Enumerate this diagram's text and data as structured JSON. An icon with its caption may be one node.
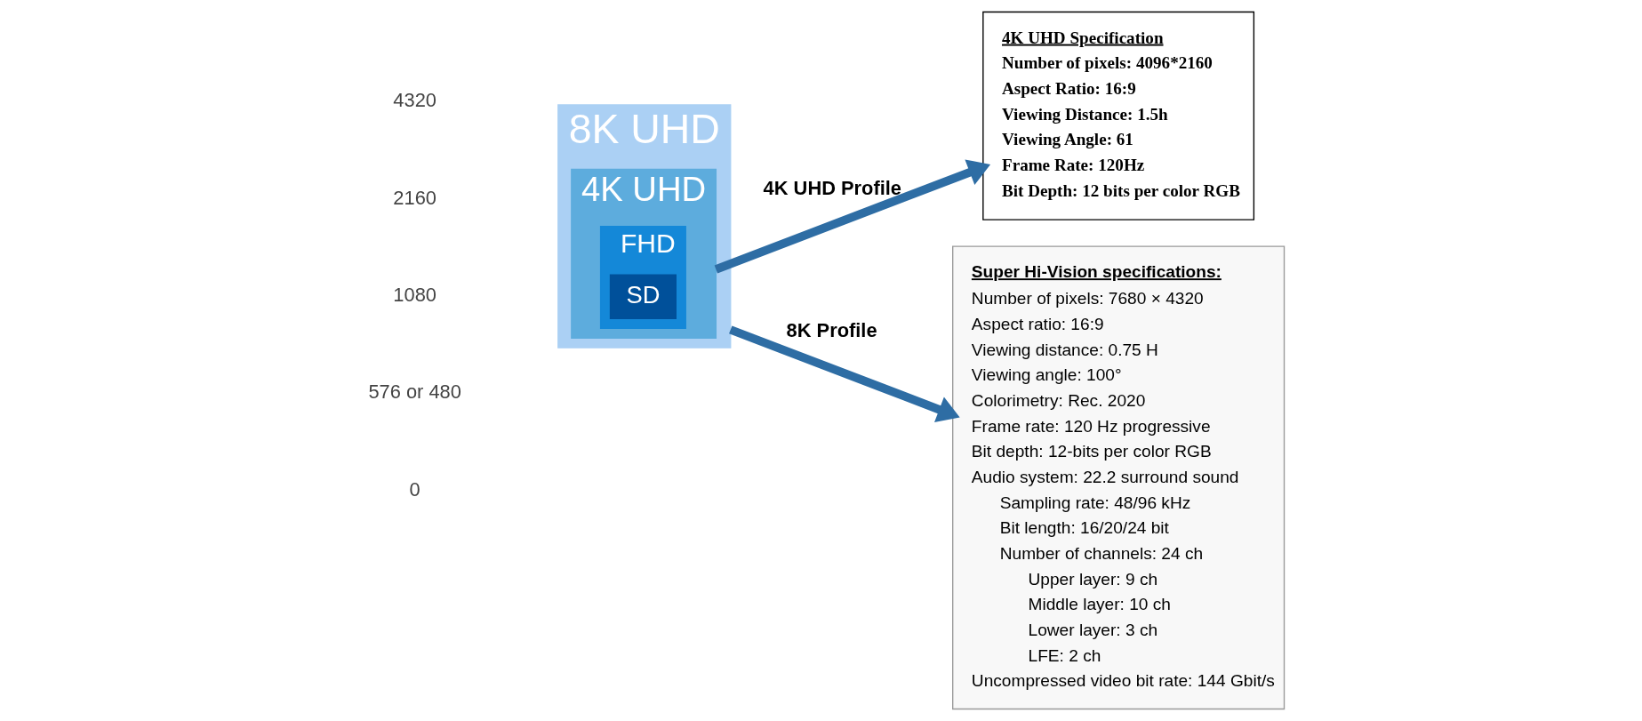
{
  "diagram": {
    "nodes": [
      {
        "text": [
          "8K UHD"
        ]
      },
      {
        "text": [
          "4K UHD"
        ],
        "in": 0
      },
      {
        "text": [
          "FHD"
        ],
        "in": 1
      },
      {
        "text": [
          "SD"
        ],
        "in": 2
      },
      {
        "text": [
          "4K UHD Specification",
          "Number of pixels: 4096*2160",
          "Aspect Ratio: 16:9",
          "Viewing Distance: 1.5h",
          "Viewing Angle: 61",
          "Frame Rate: 120Hz",
          "Bit Depth: 12 bits per color RGB"
        ]
      },
      {
        "text": [
          "Super Hi-Vision specifications:",
          "Number of pixels: 7680 × 4320",
          "Aspect ratio: 16:9",
          "Viewing distance: 0.75 H",
          "Viewing angle: 100°",
          "Colorimetry: Rec. 2020",
          "Frame rate: 120 Hz progressive",
          "Bit depth: 12-bits per color RGB",
          "Audio system: 22.2 surround sound",
          "Sampling rate: 48/96 kHz",
          "Bit length: 16/20/24 bit",
          "Number of channels: 24 ch",
          "Upper layer: 9 ch",
          "Middle layer: 10 ch",
          "Lower layer: 3 ch",
          "LFE: 2 ch",
          "Uncompressed video bit rate: 144 Gbit/s"
        ]
      }
    ],
    "edges": [
      {
        "from": 0,
        "to": 5,
        "arrow": "to",
        "label": "8K Profile"
      },
      {
        "from": 1,
        "to": 4,
        "arrow": "to",
        "label": "4K UHD Profile"
      }
    ],
    "labels": [
      "4320",
      "2160",
      "1080",
      "576 or 480",
      "0"
    ]
  }
}
